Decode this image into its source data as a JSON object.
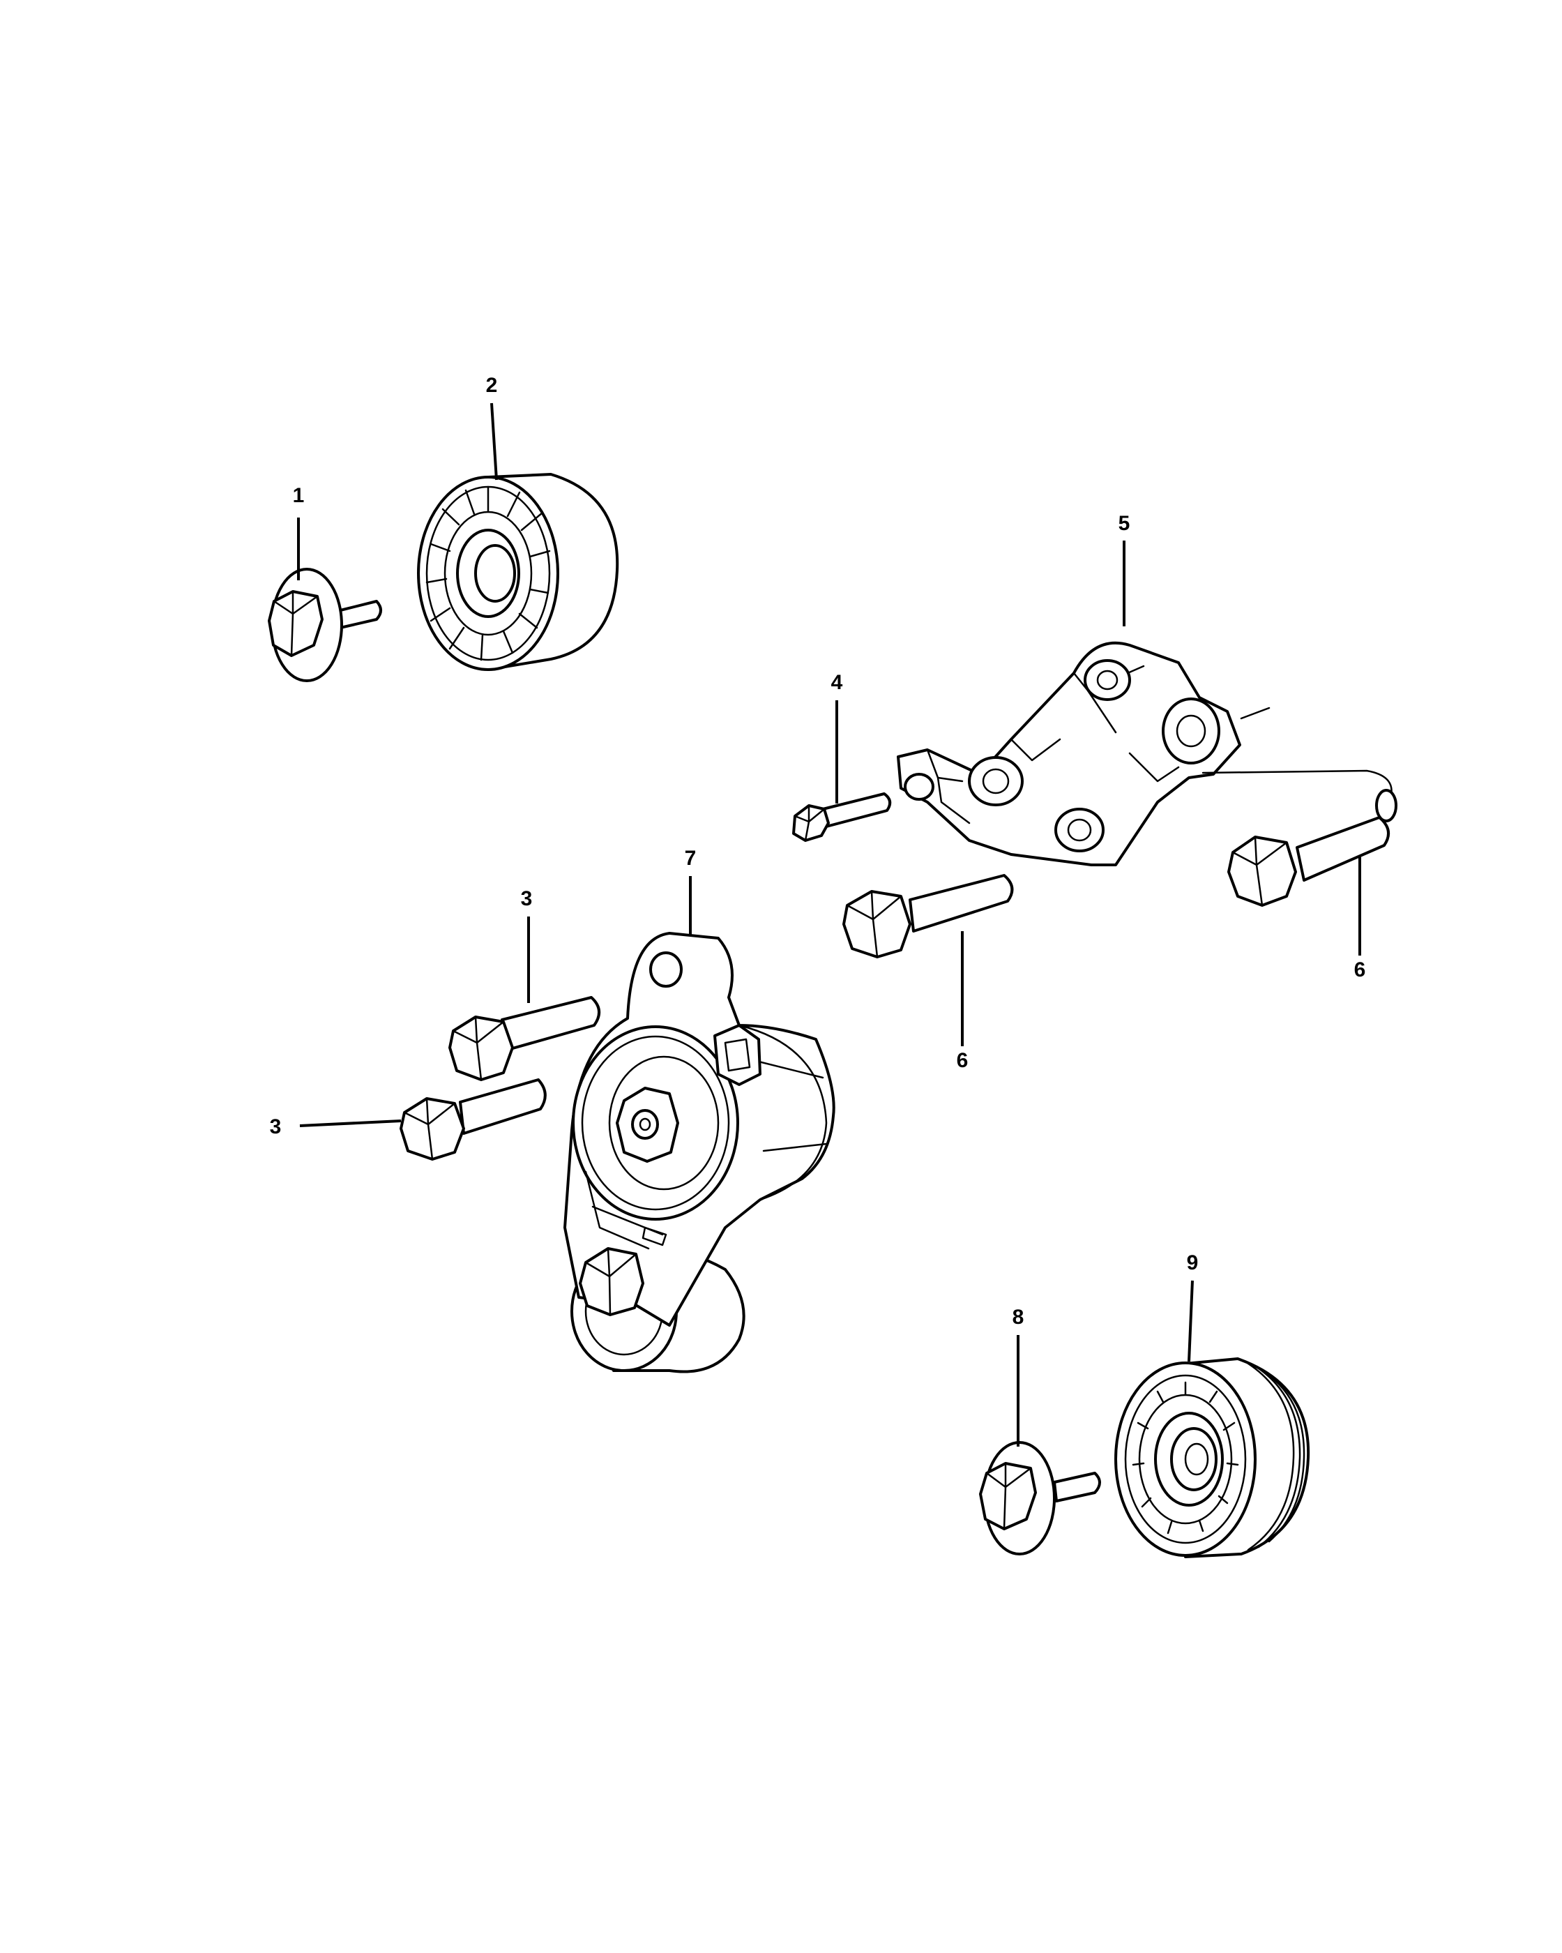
{
  "diagram": {
    "callouts": [
      {
        "id": "c1",
        "text": "1"
      },
      {
        "id": "c2",
        "text": "2"
      },
      {
        "id": "c3a",
        "text": "3"
      },
      {
        "id": "c3b",
        "text": "3"
      },
      {
        "id": "c4",
        "text": "4"
      },
      {
        "id": "c5",
        "text": "5"
      },
      {
        "id": "c6a",
        "text": "6"
      },
      {
        "id": "c6b",
        "text": "6"
      },
      {
        "id": "c7",
        "text": "7"
      },
      {
        "id": "c8",
        "text": "8"
      },
      {
        "id": "c9",
        "text": "9"
      }
    ]
  }
}
